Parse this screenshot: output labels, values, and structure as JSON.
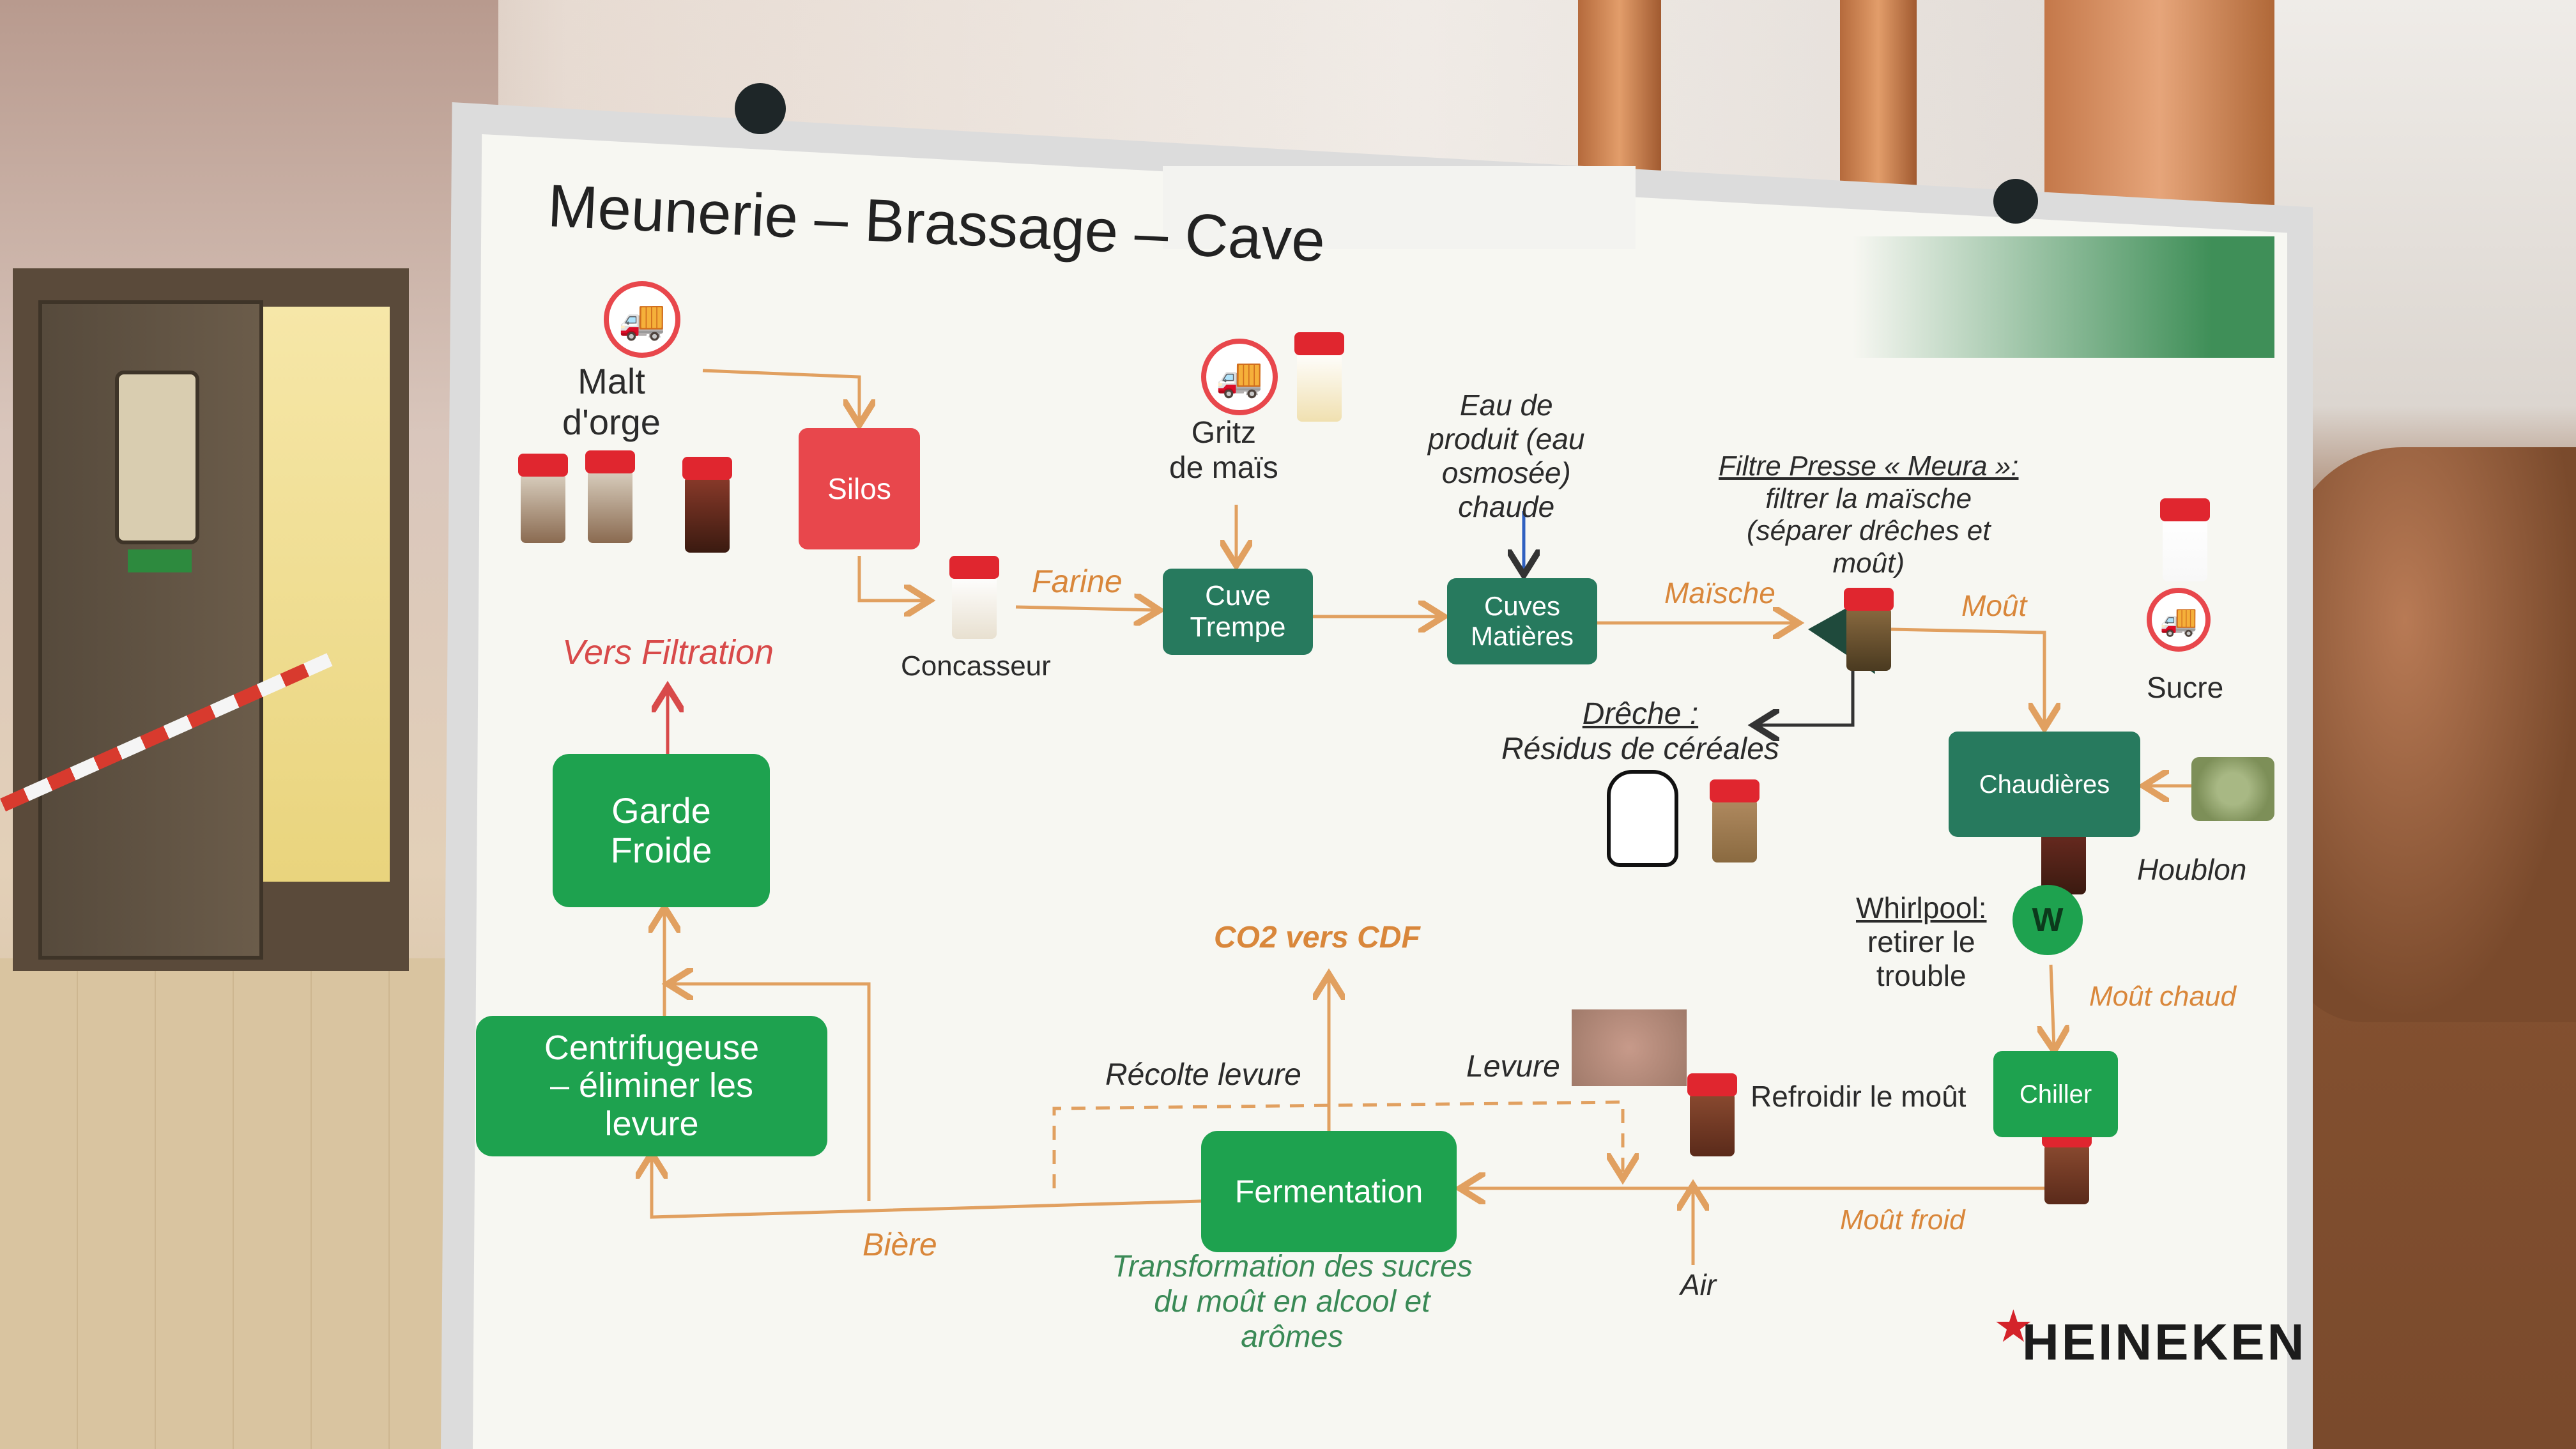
{
  "title": "Meunerie – Brassage – Cave",
  "nodes": {
    "silos": "Silos",
    "cuve_trempe": [
      "Cuve",
      "Trempe"
    ],
    "cuves_matieres": [
      "Cuves",
      "Matières"
    ],
    "chaudieres": "Chaudières",
    "whirlpool_icon": "W",
    "chiller": "Chiller",
    "fermentation": "Fermentation",
    "garde_froide": [
      "Garde",
      "Froide"
    ],
    "centrifugeuse": [
      "Centrifugeuse",
      "– éliminer les",
      "levure"
    ]
  },
  "labels": {
    "malt": [
      "Malt",
      "d'orge"
    ],
    "concasseur": "Concasseur",
    "farine": "Farine",
    "gritz": [
      "Gritz",
      "de maïs"
    ],
    "eau": [
      "Eau de",
      "produit (eau",
      "osmosée)",
      "chaude"
    ],
    "filtre_title": "Filtre Presse « Meura »:",
    "filtre_desc": [
      "filtrer la maïsche",
      "(séparer drêches et",
      "moût)"
    ],
    "maische": "Maïsche",
    "mout": "Moût",
    "sucre": "Sucre",
    "houblon": "Houblon",
    "dreche_title": "Drêche :",
    "dreche_desc": "Résidus de céréales",
    "whirlpool_title": "Whirlpool:",
    "whirlpool_desc": [
      "retirer le",
      "trouble"
    ],
    "mout_chaud": "Moût chaud",
    "refroidir": "Refroidir le moût",
    "mout_froid": "Moût froid",
    "air": "Air",
    "levure": "Levure",
    "recolte": "Récolte levure",
    "co2": "CO2 vers CDF",
    "transformation": [
      "Transformation des sucres",
      "du moût en alcool et",
      "arômes"
    ],
    "biere": "Bière",
    "vers_filtration": "Vers Filtration"
  },
  "brand": "HEINEKEN",
  "colors": {
    "teal": "#277a5e",
    "green": "#1ea24f",
    "red": "#e8474c",
    "orange_text": "#d9873b",
    "arrow": "#e1a060"
  },
  "icons": [
    "truck-icon",
    "cow-icon",
    "star-icon"
  ]
}
